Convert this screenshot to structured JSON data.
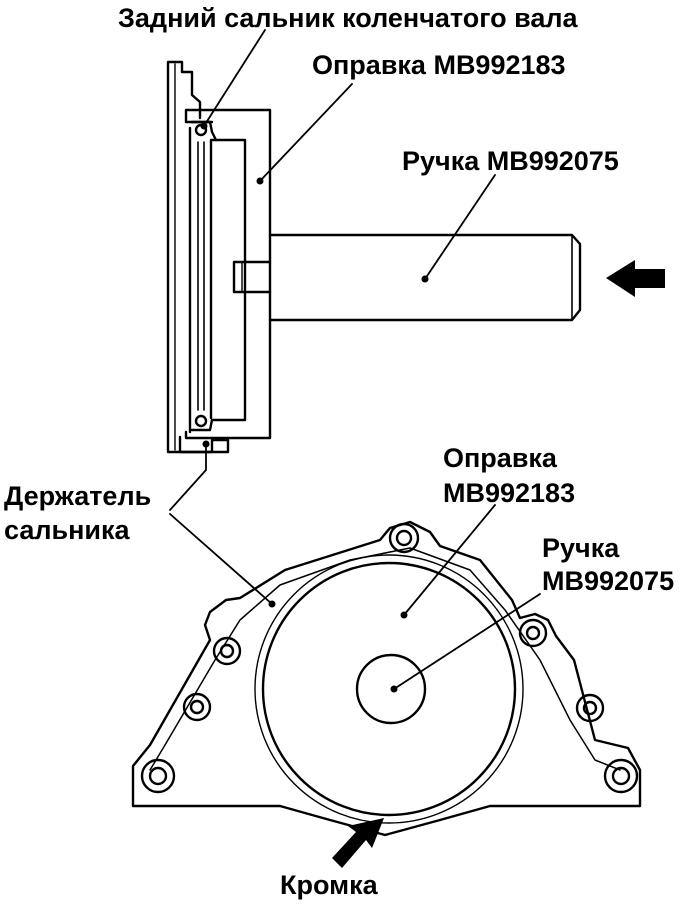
{
  "labels": {
    "rear_seal": "Задний сальник коленчатого вала",
    "mandrel_top": "Оправка MB992183",
    "handle_top": "Ручка MB992075",
    "holder_line1": "Держатель",
    "holder_line2": "сальника",
    "mandrel_bottom_line1": "Оправка",
    "mandrel_bottom_line2": "MB992183",
    "handle_bottom_line1": "Ручка",
    "handle_bottom_line2": "MB992075",
    "edge": "Кромка"
  },
  "colors": {
    "line": "#000000",
    "background": "#ffffff"
  }
}
